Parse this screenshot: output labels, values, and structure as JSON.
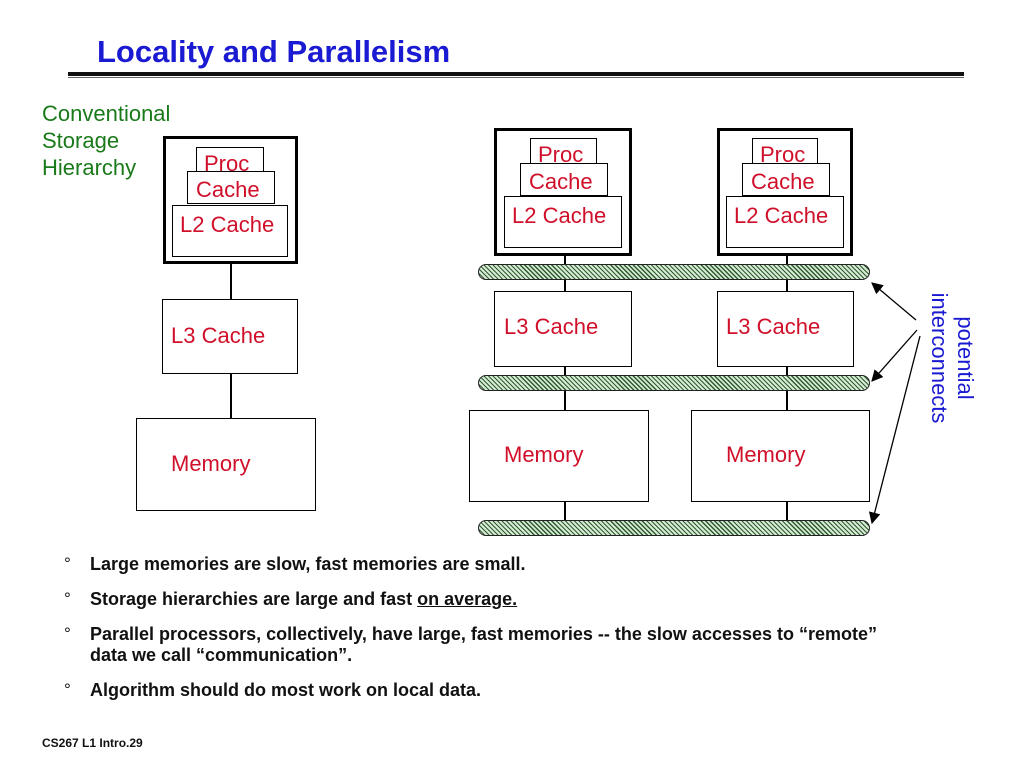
{
  "title": "Locality and Parallelism",
  "conventional_label": [
    "Conventional",
    "Storage",
    "Hierarchy"
  ],
  "diagram": {
    "proc": "Proc",
    "cache": "Cache",
    "l2": "L2 Cache",
    "l3": "L3 Cache",
    "memory": "Memory",
    "potential_interconnects": [
      "potential",
      "interconnects"
    ]
  },
  "bullets": [
    {
      "text": "Large memories are slow, fast memories are small."
    },
    {
      "text": "Storage hierarchies are large and fast ",
      "underlined": "on average."
    },
    {
      "text": "Parallel processors, collectively, have large, fast memories -- the slow accesses to “remote” data we call “communication”."
    },
    {
      "text": "Algorithm should do most work on local data."
    }
  ],
  "bullet_marker": "°",
  "footer": "CS267  L1  Intro.29",
  "colors": {
    "title": "#1a1ad2",
    "label_red": "#d0102a",
    "label_green": "#1a7a1a",
    "interconnect_blue": "#1a1ad2"
  }
}
